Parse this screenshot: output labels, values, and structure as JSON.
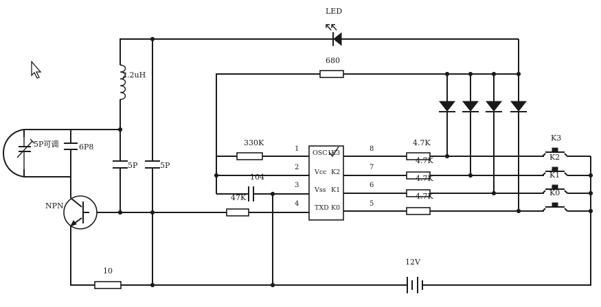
{
  "labels": {
    "led": "LED",
    "r680": "680",
    "inductor": "2.2uH",
    "trimmer": "5P可调",
    "c6p8": "6P8",
    "c5p_a": "5P",
    "c5p_b": "5P",
    "npn": "NPN",
    "r10": "10",
    "battery": "12V",
    "r330k": "330K",
    "c104": "104",
    "r47k": "47K",
    "r47k_1": "4.7K",
    "r47k_2": "4.7K",
    "r47k_3": "4.7K",
    "r47k_4": "4.7K",
    "k3": "K3",
    "k2": "K2",
    "k1": "K1",
    "k0": "K0"
  },
  "ic": {
    "pins_left": [
      "1",
      "2",
      "3",
      "4"
    ],
    "pins_right": [
      "8",
      "7",
      "6",
      "5"
    ],
    "left_names": [
      "OSC1",
      "Vcc",
      "Vss",
      "TXD"
    ],
    "right_names": [
      "K3",
      "K2",
      "K1",
      "K0"
    ]
  }
}
